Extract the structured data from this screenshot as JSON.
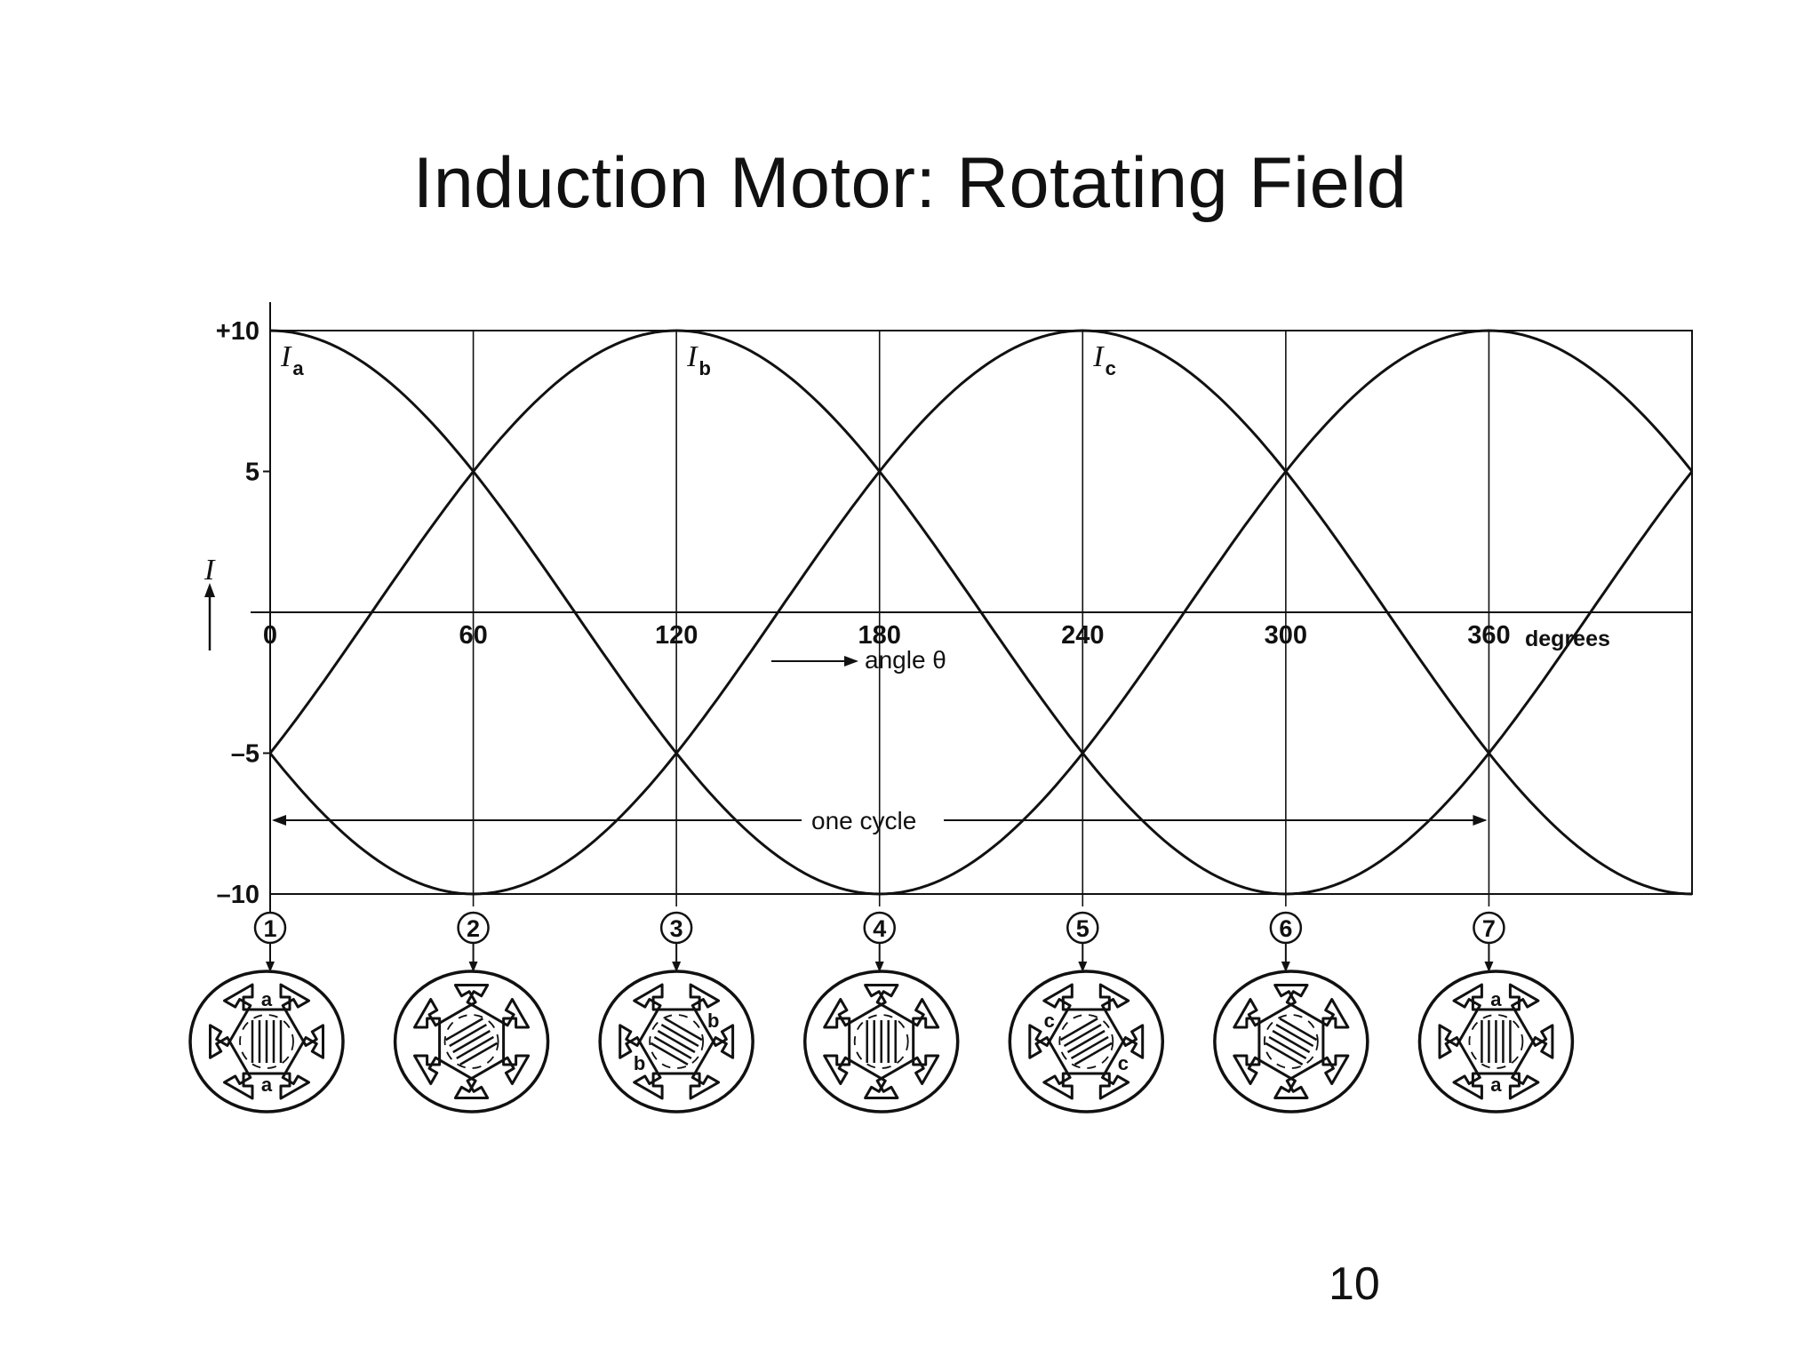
{
  "slide": {
    "title": "Induction Motor:  Rotating Field",
    "page_number": "10"
  },
  "chart_data": {
    "type": "line",
    "title": "",
    "xlabel": "angle θ",
    "x_unit": "degrees",
    "ylabel": "I",
    "xlim": [
      0,
      420
    ],
    "ylim": [
      -10,
      10
    ],
    "x_ticks": [
      "0",
      "60",
      "120",
      "180",
      "240",
      "300",
      "360"
    ],
    "y_ticks": [
      "+10",
      "5",
      "–5",
      "–10"
    ],
    "grid": true,
    "legend": "none",
    "series": [
      {
        "name": "Ia",
        "label": "I",
        "subscript": "a",
        "x": [
          0,
          30,
          60,
          90,
          120,
          150,
          180,
          210,
          240,
          270,
          300,
          330,
          360,
          390,
          420
        ],
        "y": [
          10,
          8.66,
          5,
          0,
          -5,
          -8.66,
          -10,
          -8.66,
          -5,
          0,
          5,
          8.66,
          10,
          8.66,
          5
        ]
      },
      {
        "name": "Ib",
        "label": "I",
        "subscript": "b",
        "x": [
          0,
          30,
          60,
          90,
          120,
          150,
          180,
          210,
          240,
          270,
          300,
          330,
          360,
          390,
          420
        ],
        "y": [
          -5,
          0,
          5,
          8.66,
          10,
          8.66,
          5,
          0,
          -5,
          -8.66,
          -10,
          -8.66,
          -5,
          0,
          5
        ]
      },
      {
        "name": "Ic",
        "label": "I",
        "subscript": "c",
        "x": [
          0,
          30,
          60,
          90,
          120,
          150,
          180,
          210,
          240,
          270,
          300,
          330,
          360,
          390,
          420
        ],
        "y": [
          -5,
          -8.66,
          -10,
          -8.66,
          -5,
          0,
          5,
          8.66,
          10,
          8.66,
          5,
          0,
          -5,
          -8.66,
          -10
        ]
      }
    ],
    "annotations": {
      "cycle_label": "one cycle",
      "cycle_range": [
        0,
        360
      ]
    },
    "snapshots": [
      {
        "step": "1",
        "angle": 0,
        "poles": [
          "a",
          "a"
        ]
      },
      {
        "step": "2",
        "angle": 60,
        "poles": []
      },
      {
        "step": "3",
        "angle": 120,
        "poles": [
          "b",
          "b"
        ]
      },
      {
        "step": "4",
        "angle": 180,
        "poles": []
      },
      {
        "step": "5",
        "angle": 240,
        "poles": [
          "c",
          "c"
        ]
      },
      {
        "step": "6",
        "angle": 300,
        "poles": []
      },
      {
        "step": "7",
        "angle": 360,
        "poles": [
          "a",
          "a"
        ]
      }
    ]
  }
}
